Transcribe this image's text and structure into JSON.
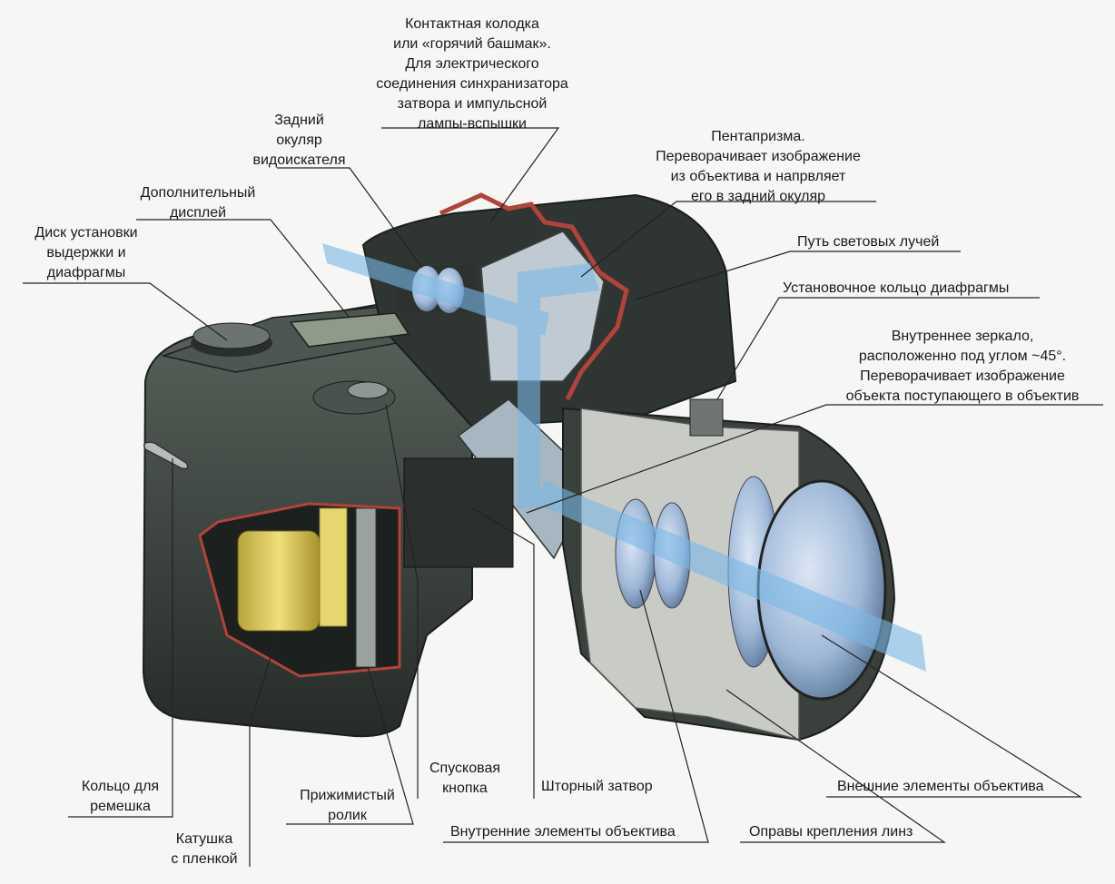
{
  "labels": {
    "hot_shoe": "Контактная колодка\nили «горячий башмак».\nДля электрического\nсоединения синхранизатора\nзатвора и импульсной\nлампы-вспышки",
    "rear_eyepiece": "Задний\nокуляр\nвидоискателя",
    "extra_display": "Дополнительный\nдисплей",
    "dial": "Диск установки\nвыдержки и\nдиафрагмы",
    "pentaprism": "Пентапризма.\nПереворачивает изображение\nиз объектива и напрвляет\nего в задний окуляр",
    "light_path": "Путь световых лучей",
    "aperture_ring": "Установочное кольцо диафрагмы",
    "mirror": "Внутреннее зеркало,\nрасположенно под углом ~45°.\nПереворачивает изображение\nобъекта поступающего в объектив",
    "strap_ring": "Кольцо для\nремешка",
    "film_spool": "Катушка\nс пленкой",
    "pressure_roller": "Прижимистый\nролик",
    "shutter_button": "Спусковая\nкнопка",
    "curtain_shutter": "Шторный затвор",
    "inner_lens": "Внутренние элементы объектива",
    "lens_mounts": "Оправы крепления линз",
    "outer_lens": "Внешние элементы объектива"
  },
  "colors": {
    "body": "#3e4540",
    "body_dark": "#232826",
    "film": "#d9c75a",
    "lens_glass": "#9fb8d8",
    "light_beam": "#7ab8e6",
    "cutaway": "#b0443a",
    "metal": "#c8c8c4"
  }
}
